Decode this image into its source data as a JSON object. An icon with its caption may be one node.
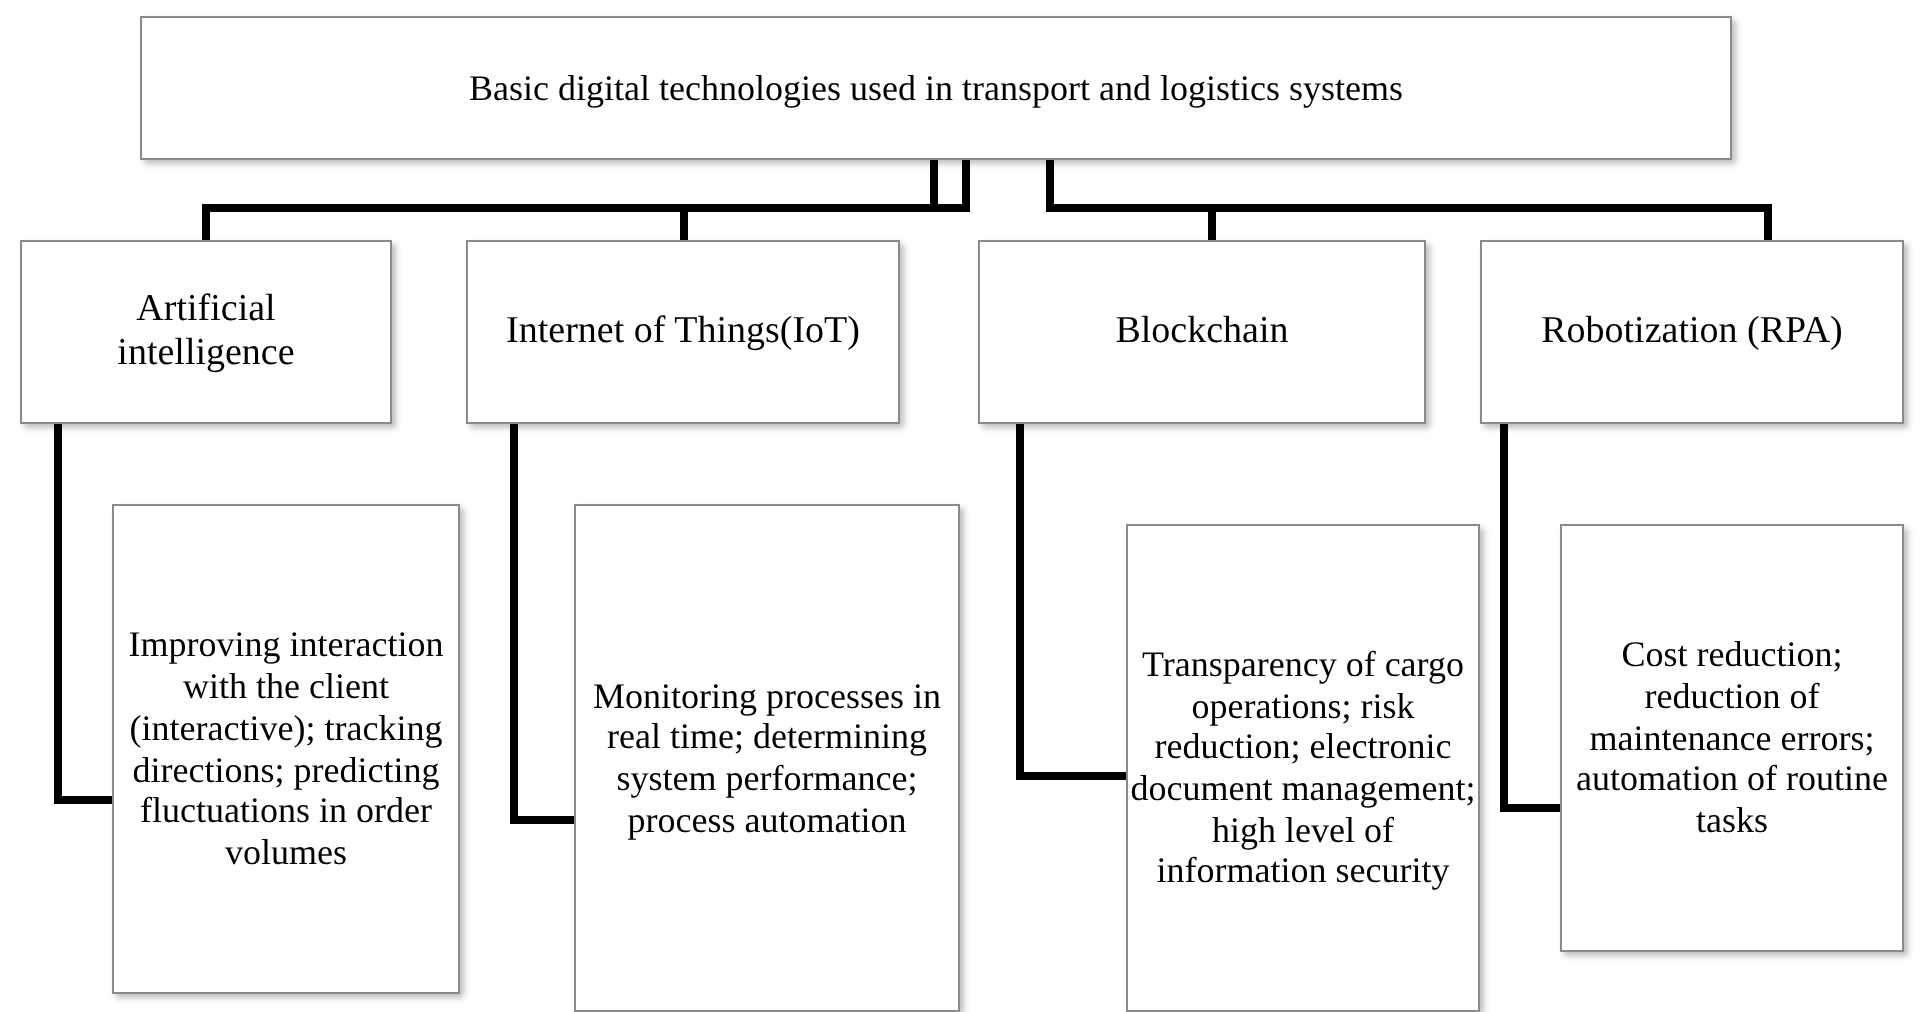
{
  "diagram": {
    "nodes": [
      {
        "text": [
          "Basic digital technologies used in transport and logistics systems"
        ]
      },
      {
        "text": [
          "Artificial intelligence"
        ]
      },
      {
        "text": [
          "Internet of Things(IoT)"
        ]
      },
      {
        "text": [
          "Blockchain"
        ]
      },
      {
        "text": [
          "Robotization (RPA)"
        ]
      },
      {
        "text": [
          "Improving interaction with the client (interactive); tracking directions; predicting fluctuations in order volumes"
        ]
      },
      {
        "text": [
          "Monitoring processes in real time; determining system performance; process automation"
        ]
      },
      {
        "text": [
          "Transparency of cargo operations; risk reduction; electronic document management; high level of information security"
        ]
      },
      {
        "text": [
          "Cost reduction; reduction of maintenance errors; automation of routine tasks"
        ]
      }
    ],
    "edges": [
      {
        "from": 0,
        "to": 1,
        "arrow": "none"
      },
      {
        "from": 0,
        "to": 2,
        "arrow": "none"
      },
      {
        "from": 0,
        "to": 3,
        "arrow": "none"
      },
      {
        "from": 0,
        "to": 4,
        "arrow": "none"
      },
      {
        "from": 1,
        "to": 5,
        "arrow": "none"
      },
      {
        "from": 2,
        "to": 6,
        "arrow": "none"
      },
      {
        "from": 3,
        "to": 7,
        "arrow": "none"
      },
      {
        "from": 4,
        "to": 8,
        "arrow": "none"
      }
    ]
  }
}
